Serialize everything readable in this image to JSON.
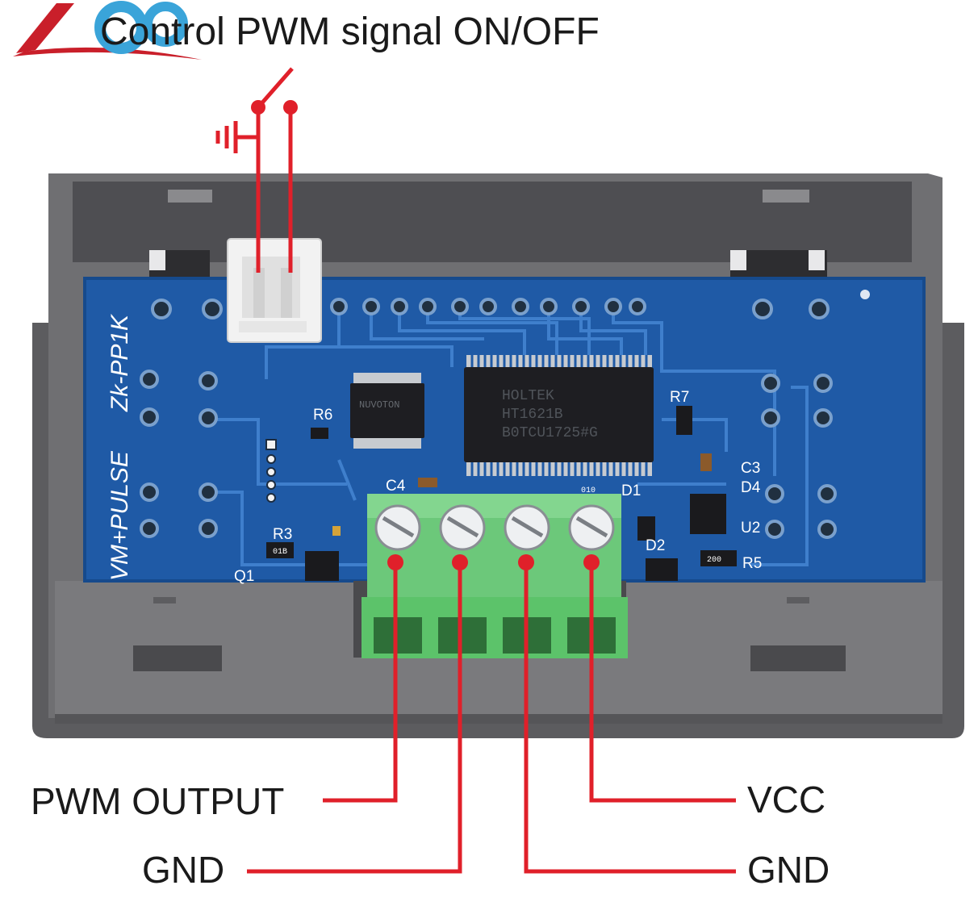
{
  "title": "Control PWM signal ON/OFF",
  "board": {
    "model": "Zk-PP1K",
    "series": "VM+PULSE",
    "chip_main": [
      "HOLTEK",
      "HT1621B",
      "B0TCU1725#G"
    ],
    "chip_small": "NUVOTON",
    "components": [
      "R6",
      "R7",
      "R3",
      "C3",
      "D4",
      "U2",
      "D2",
      "R5",
      "D1",
      "C4",
      "Q1"
    ],
    "resistor_marks": [
      "01B",
      "200",
      "010"
    ]
  },
  "terminals": {
    "pwm_output": "PWM OUTPUT",
    "gnd_left": "GND",
    "vcc": "VCC",
    "gnd_right": "GND"
  },
  "colors": {
    "wire": "#e0202a",
    "case": "#6d6d70",
    "pcb": "#1f5aa6",
    "terminal_block": "#5cc36a",
    "connector": "#f2f2f2"
  },
  "icons": {
    "ground": "ground-icon",
    "switch": "switch-icon",
    "logo": "brand-logo"
  }
}
